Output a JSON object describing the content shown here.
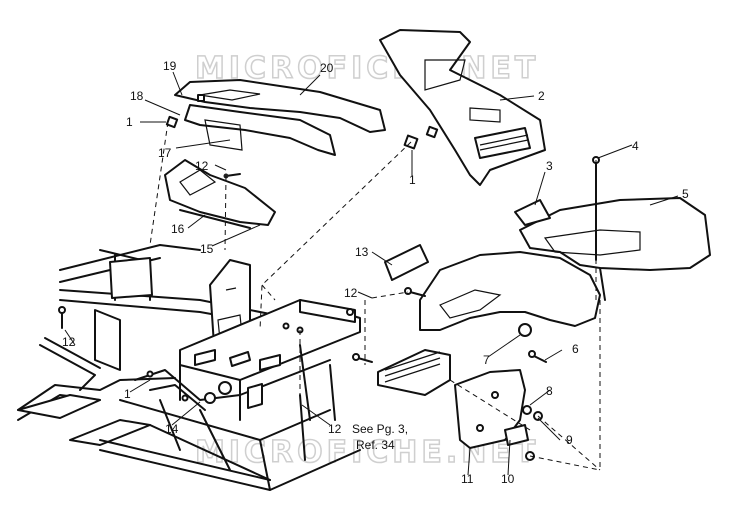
{
  "watermark": "MICROFICHE.NET",
  "callouts": {
    "c1a": "1",
    "c1b": "1",
    "c1c": "1",
    "c2": "2",
    "c3": "3",
    "c4": "4",
    "c5": "5",
    "c6": "6",
    "c7": "7",
    "c8": "8",
    "c9": "9",
    "c10": "10",
    "c11": "11",
    "c12a": "12",
    "c12b": "12",
    "c12c": "12",
    "c12d": "12",
    "c13": "13",
    "c14": "14",
    "c15": "15",
    "c16": "16",
    "c17": "17",
    "c18": "18",
    "c19": "19",
    "c20": "20"
  },
  "reference_note": {
    "line1": "See Pg. 3,",
    "line2": "Ref. 34"
  }
}
